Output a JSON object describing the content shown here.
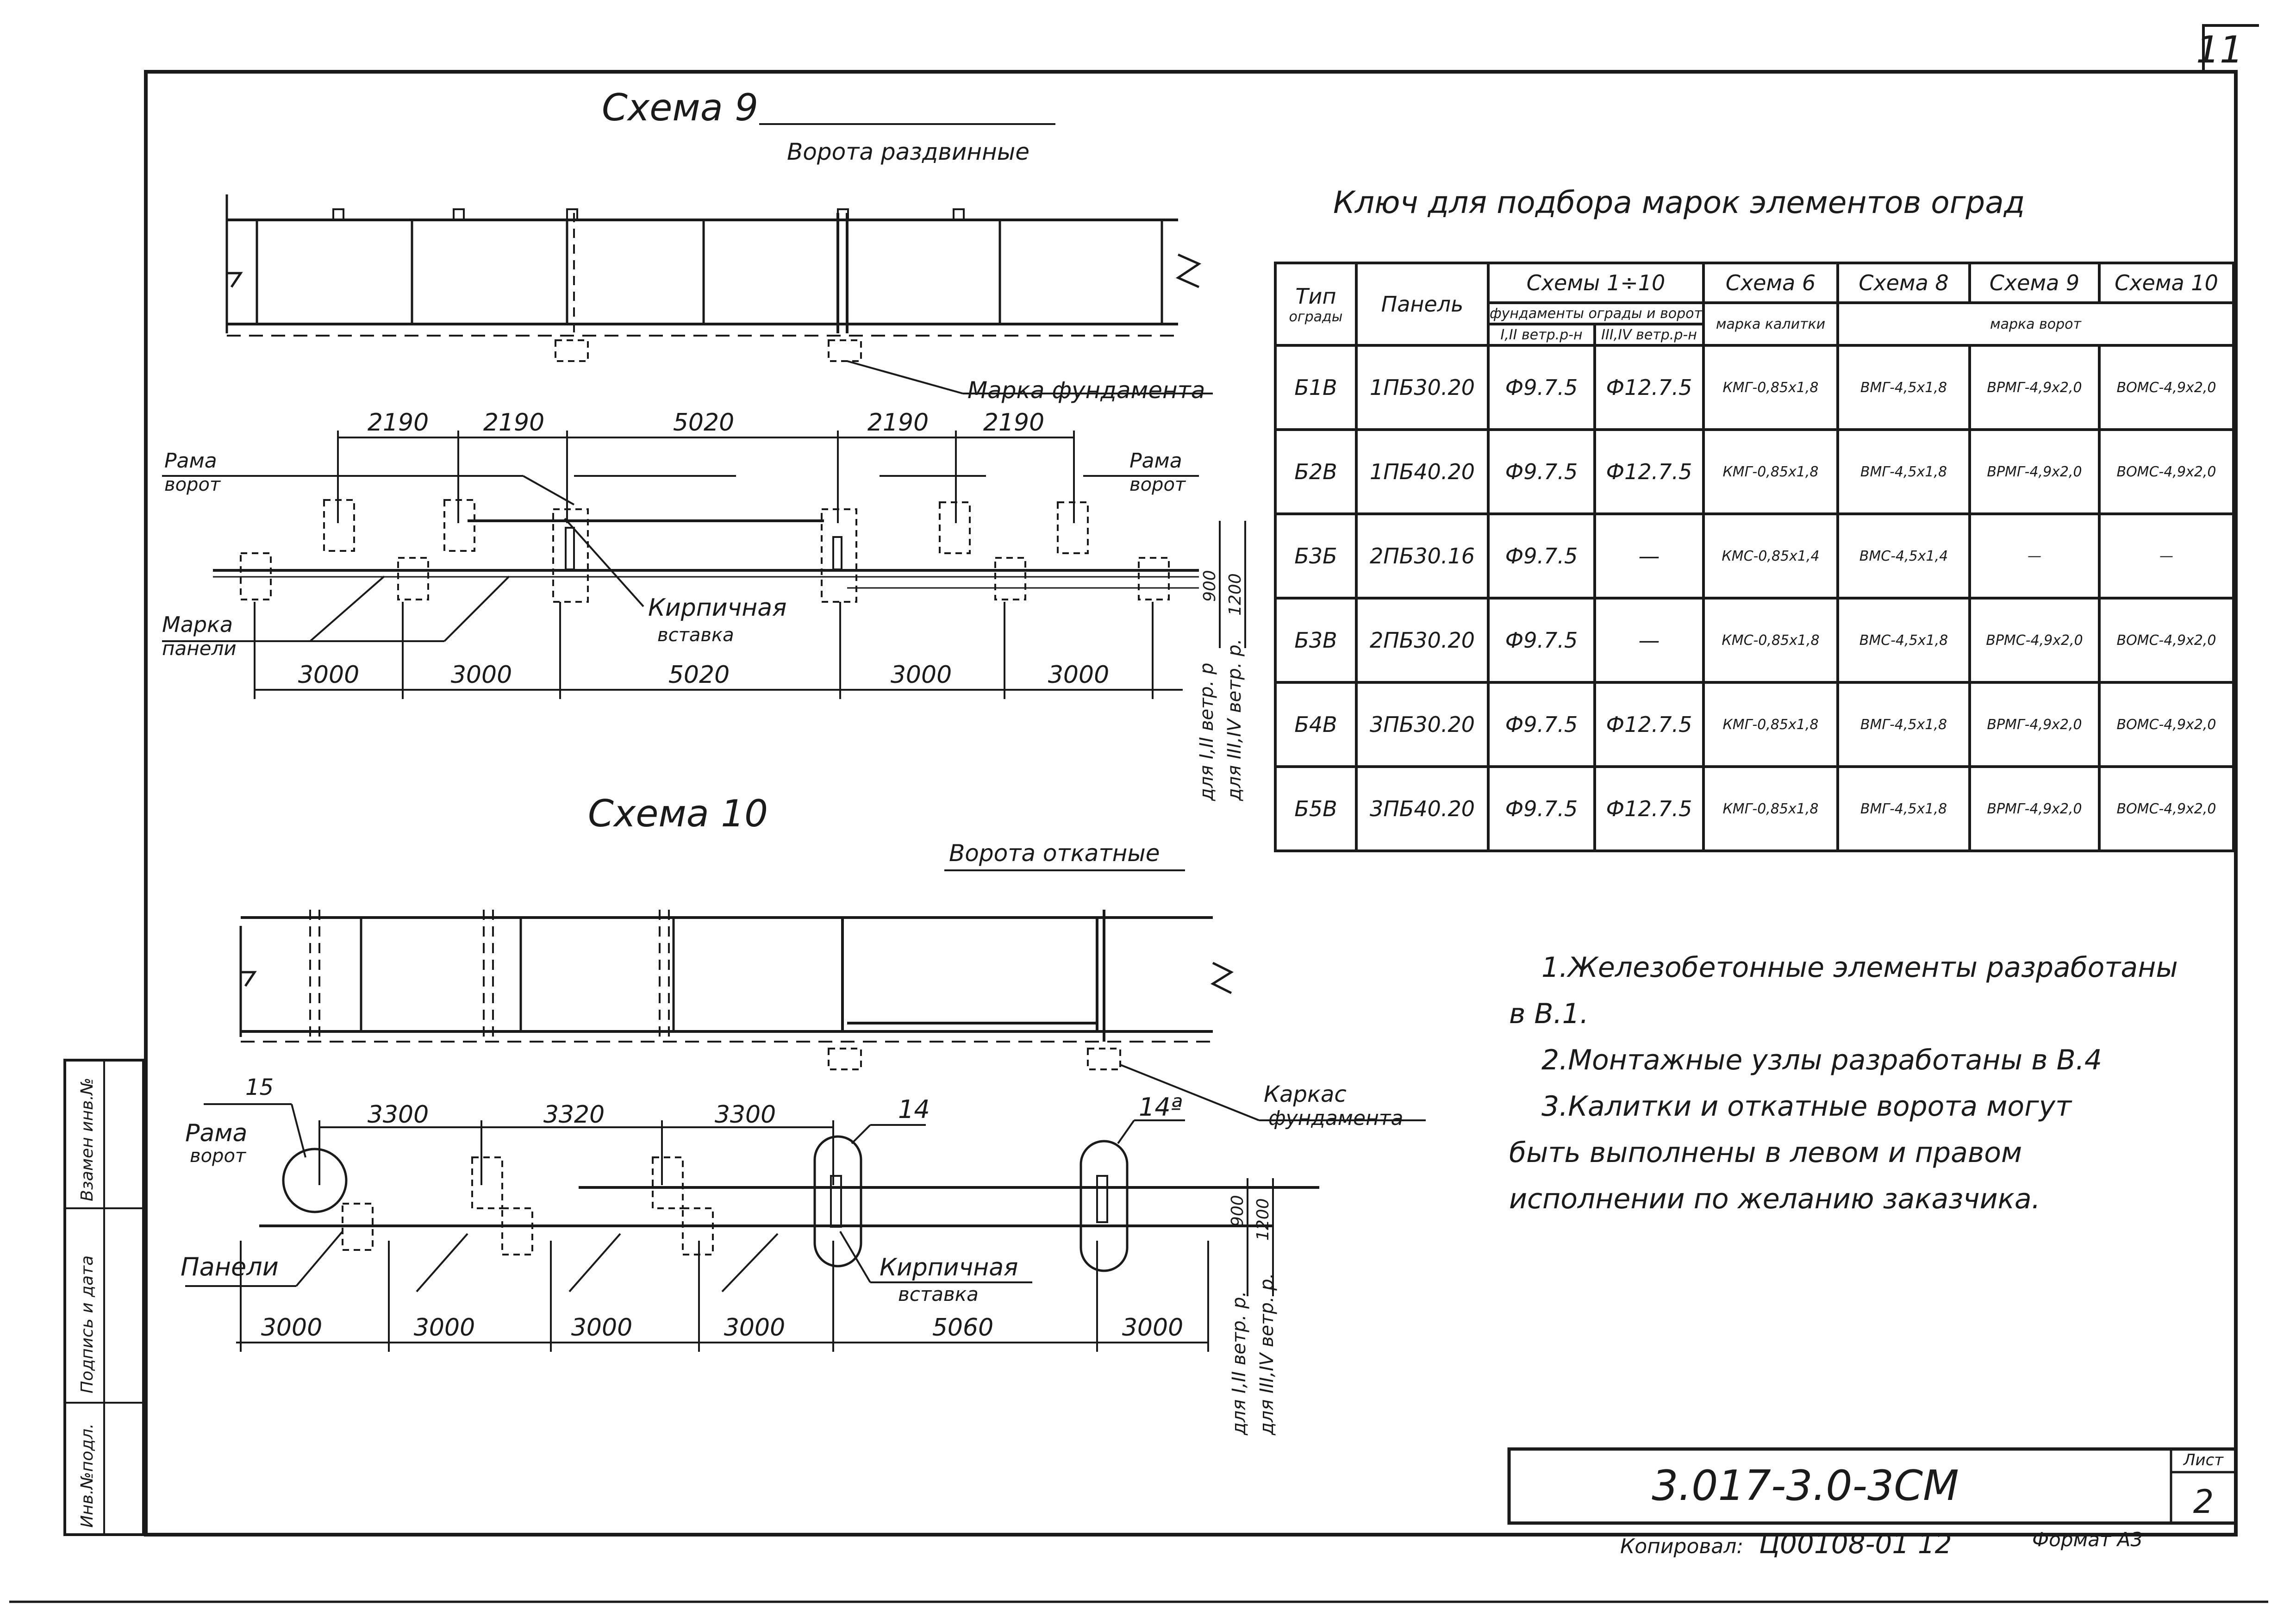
{
  "sheet_number": "11",
  "scheme9": {
    "title": "Схема 9",
    "gate_label": "Ворота раздвинные",
    "foundation_mark": "Марка фундамента",
    "gate_frame": [
      "Рама",
      "ворот"
    ],
    "panel_mark": [
      "Марка",
      "панели"
    ],
    "brick_insert": [
      "Кирпичная",
      "вставка"
    ],
    "top_dims": [
      "2190",
      "2190",
      "5020",
      "2190",
      "2190"
    ],
    "bottom_dims": [
      "3000",
      "3000",
      "5020",
      "3000",
      "3000"
    ],
    "height_900": "900",
    "height_1200": "1200",
    "wind_1": "для I,II ветр. р",
    "wind_2": "для III,IV ветр. р."
  },
  "scheme10": {
    "title": "Схема 10",
    "gate_label": "Ворота откатные",
    "frame_foundation": [
      "Каркас",
      "фундамента"
    ],
    "gate_frame": [
      "Рама",
      "ворот"
    ],
    "panels": "Панели",
    "brick_insert": [
      "Кирпичная",
      "вставка"
    ],
    "callouts": [
      "15",
      "14",
      "14ª"
    ],
    "top_dims": [
      "3300",
      "3320",
      "3300"
    ],
    "bottom_dims": [
      "3000",
      "3000",
      "3000",
      "3000",
      "5060",
      "3000"
    ],
    "height_900": "900",
    "height_1200": "1200",
    "wind_1": "для I,II ветр. р.",
    "wind_2": "для III,IV ветр. р."
  },
  "key_table": {
    "title": "Ключ для подбора марок элементов оград",
    "head": {
      "type": [
        "Тип",
        "ограды"
      ],
      "panel": "Панель",
      "schemes": "Схемы 1÷10",
      "schemes_sub": "фундаменты ограды и ворот",
      "wind12": "I,II ветр.р-н",
      "wind34": "III,IV ветр.р-н",
      "scheme6": "Схема 6",
      "scheme6_sub": "марка калитки",
      "scheme8": "Схема 8",
      "scheme9": "Схема 9",
      "scheme10": "Схема 10",
      "gate_mark": "марка ворот"
    },
    "rows": [
      {
        "type": "Б1В",
        "panel": "1ПБ30.20",
        "f1": "Ф9.7.5",
        "f2": "Ф12.7.5",
        "s6": "КМГ-0,85х1,8",
        "s8": "ВМГ-4,5х1,8",
        "s9": "ВРМГ-4,9х2,0",
        "s10": "ВОМС-4,9х2,0"
      },
      {
        "type": "Б2В",
        "panel": "1ПБ40.20",
        "f1": "Ф9.7.5",
        "f2": "Ф12.7.5",
        "s6": "КМГ-0,85х1,8",
        "s8": "ВМГ-4,5х1,8",
        "s9": "ВРМГ-4,9х2,0",
        "s10": "ВОМС-4,9х2,0"
      },
      {
        "type": "Б3Б",
        "panel": "2ПБ30.16",
        "f1": "Ф9.7.5",
        "f2": "—",
        "s6": "КМС-0,85х1,4",
        "s8": "ВМС-4,5х1,4",
        "s9": "—",
        "s10": "—"
      },
      {
        "type": "Б3В",
        "panel": "2ПБ30.20",
        "f1": "Ф9.7.5",
        "f2": "—",
        "s6": "КМС-0,85х1,8",
        "s8": "ВМС-4,5х1,8",
        "s9": "ВРМС-4,9х2,0",
        "s10": "ВОМС-4,9х2,0"
      },
      {
        "type": "Б4В",
        "panel": "3ПБ30.20",
        "f1": "Ф9.7.5",
        "f2": "Ф12.7.5",
        "s6": "КМГ-0,85х1,8",
        "s8": "ВМГ-4,5х1,8",
        "s9": "ВРМГ-4,9х2,0",
        "s10": "ВОМС-4,9х2,0"
      },
      {
        "type": "Б5В",
        "panel": "3ПБ40.20",
        "f1": "Ф9.7.5",
        "f2": "Ф12.7.5",
        "s6": "КМГ-0,85х1,8",
        "s8": "ВМГ-4,5х1,8",
        "s9": "ВРМГ-4,9х2,0",
        "s10": "ВОМС-4,9х2,0"
      }
    ]
  },
  "notes": [
    "1.Железобетонные элементы разработаны",
    "в В.1.",
    "2.Монтажные узлы разработаны в В.4",
    "3.Калитки и откатные ворота могут",
    "быть выполнены в левом и правом",
    "исполнении по желанию заказчика."
  ],
  "stamp": {
    "code": "3.017-3.0-3СМ",
    "sheet_label": "Лист",
    "sheet_no": "2",
    "copied_label": "Копировал:",
    "copied_value": "Ц00108-01 12",
    "format": "Формат А3"
  },
  "side_stamp": [
    "Инв.№подл.",
    "Подпись и дата",
    "Взамен инв.№"
  ]
}
